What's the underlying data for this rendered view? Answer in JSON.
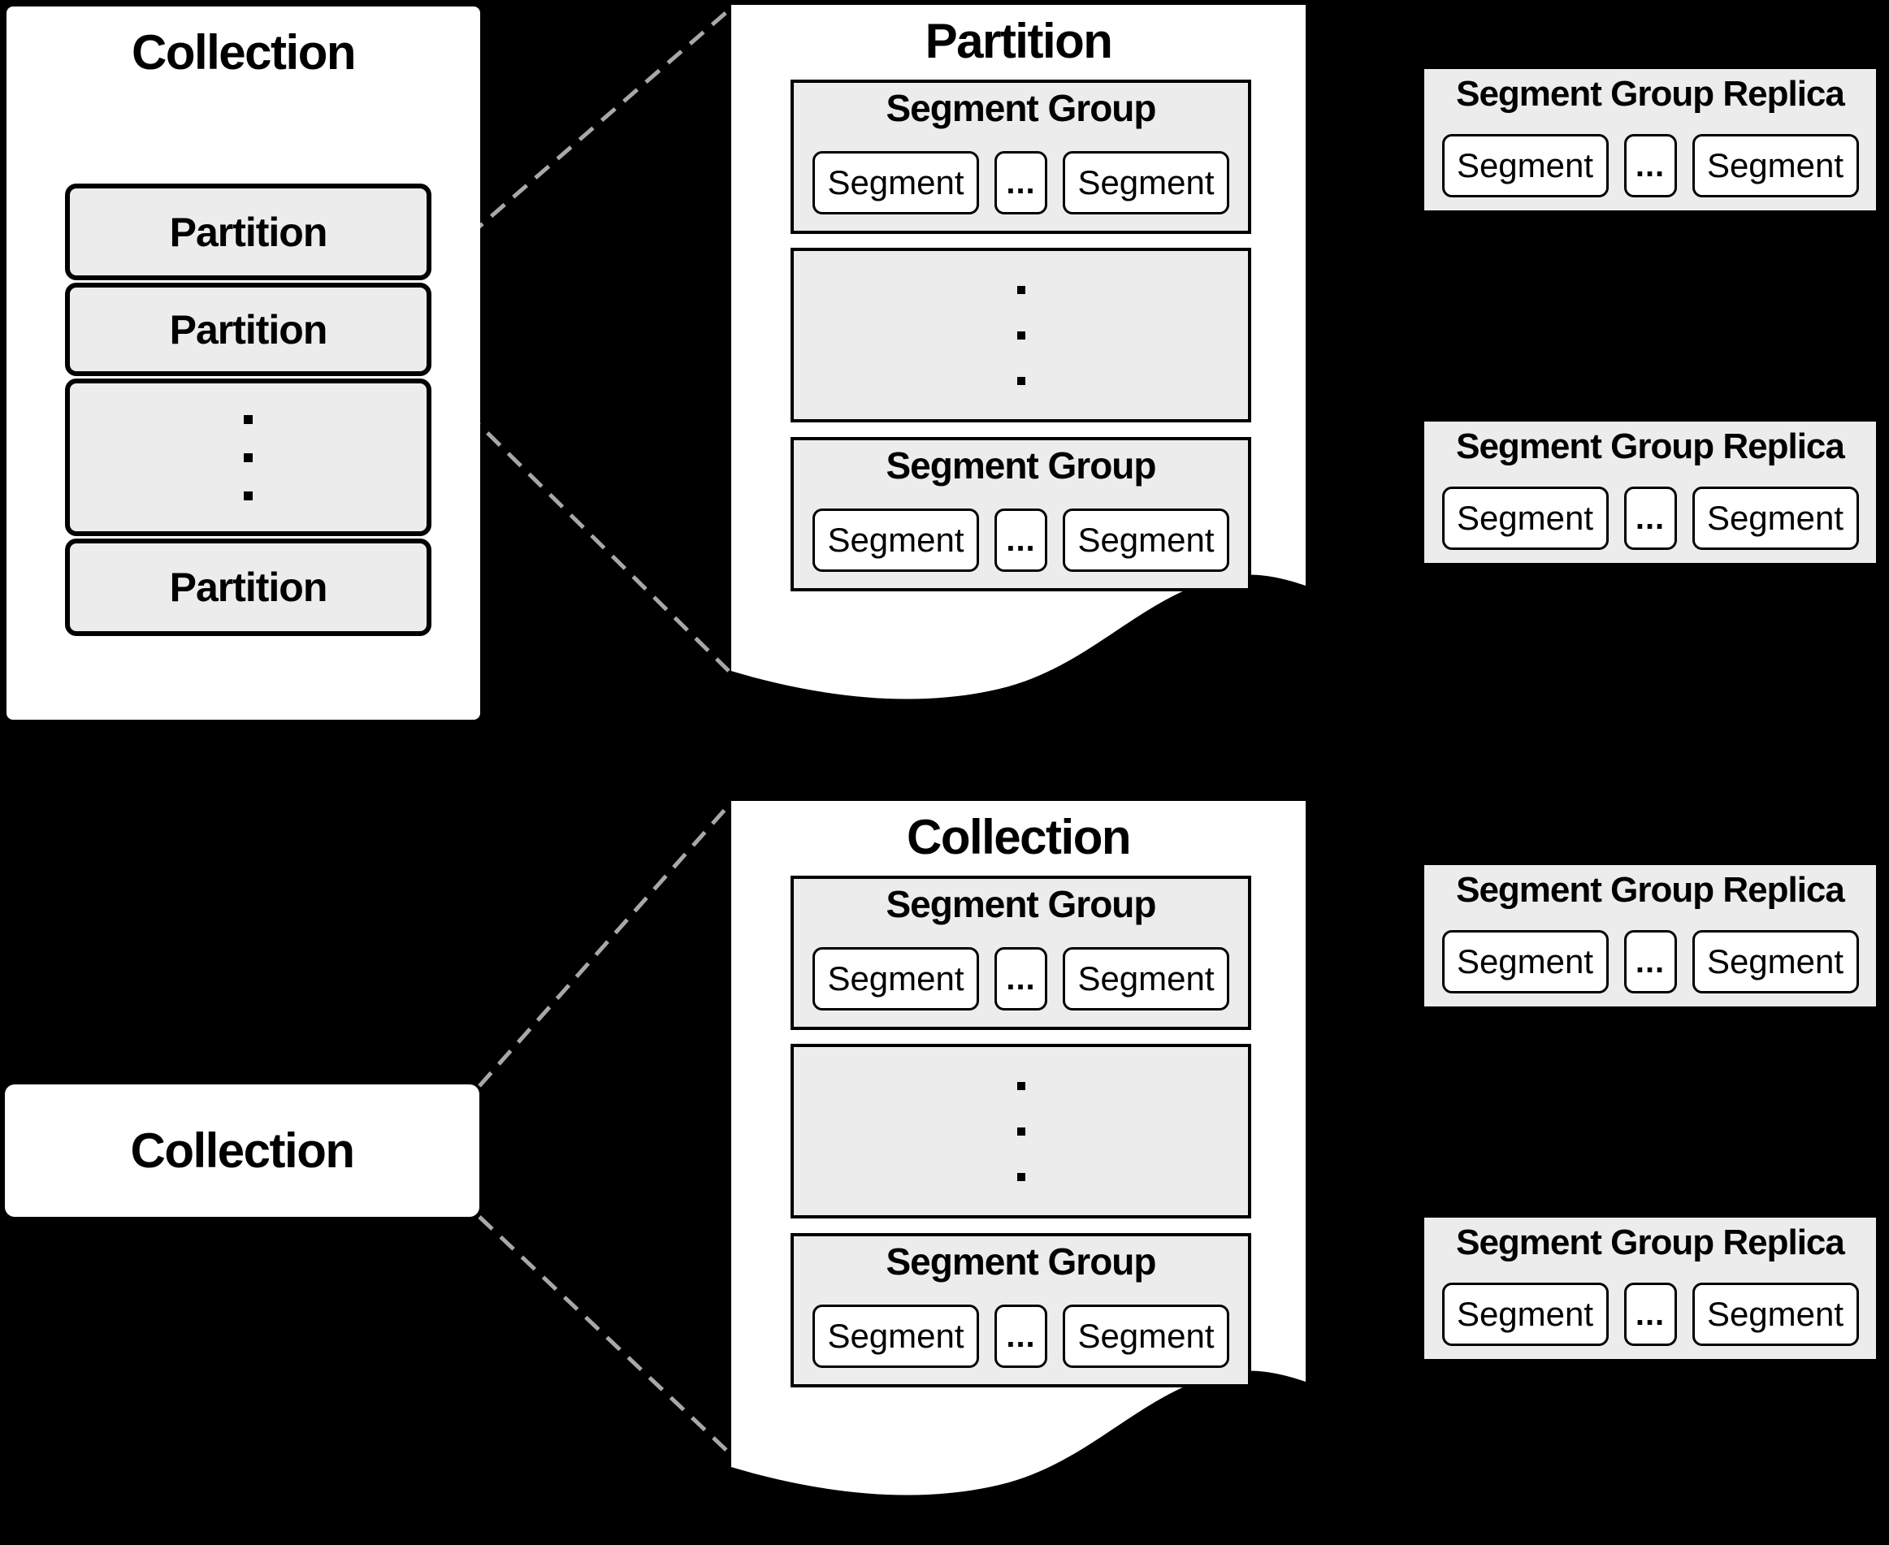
{
  "colors": {
    "background": "#000000",
    "panel_fill": "#ffffff",
    "box_fill": "#ececec",
    "border": "#000000",
    "dash_line": "#a8a8a8"
  },
  "left_panel": {
    "title": "Collection",
    "partitions": [
      "Partition",
      "Partition",
      "Partition"
    ]
  },
  "middle_panels": [
    {
      "title": "Partition",
      "groups": [
        {
          "title": "Segment Group",
          "segments": [
            "Segment",
            "...",
            "Segment"
          ]
        },
        {
          "title": "Segment Group",
          "segments": [
            "Segment",
            "...",
            "Segment"
          ]
        }
      ]
    },
    {
      "title": "Collection",
      "groups": [
        {
          "title": "Segment Group",
          "segments": [
            "Segment",
            "...",
            "Segment"
          ]
        },
        {
          "title": "Segment Group",
          "segments": [
            "Segment",
            "...",
            "Segment"
          ]
        }
      ]
    }
  ],
  "replicas": [
    {
      "title": "Segment Group Replica",
      "segments": [
        "Segment",
        "...",
        "Segment"
      ]
    },
    {
      "title": "Segment Group Replica",
      "segments": [
        "Segment",
        "...",
        "Segment"
      ]
    },
    {
      "title": "Segment Group Replica",
      "segments": [
        "Segment",
        "...",
        "Segment"
      ]
    },
    {
      "title": "Segment Group Replica",
      "segments": [
        "Segment",
        "...",
        "Segment"
      ]
    }
  ],
  "bottom_collection": {
    "title": "Collection"
  }
}
